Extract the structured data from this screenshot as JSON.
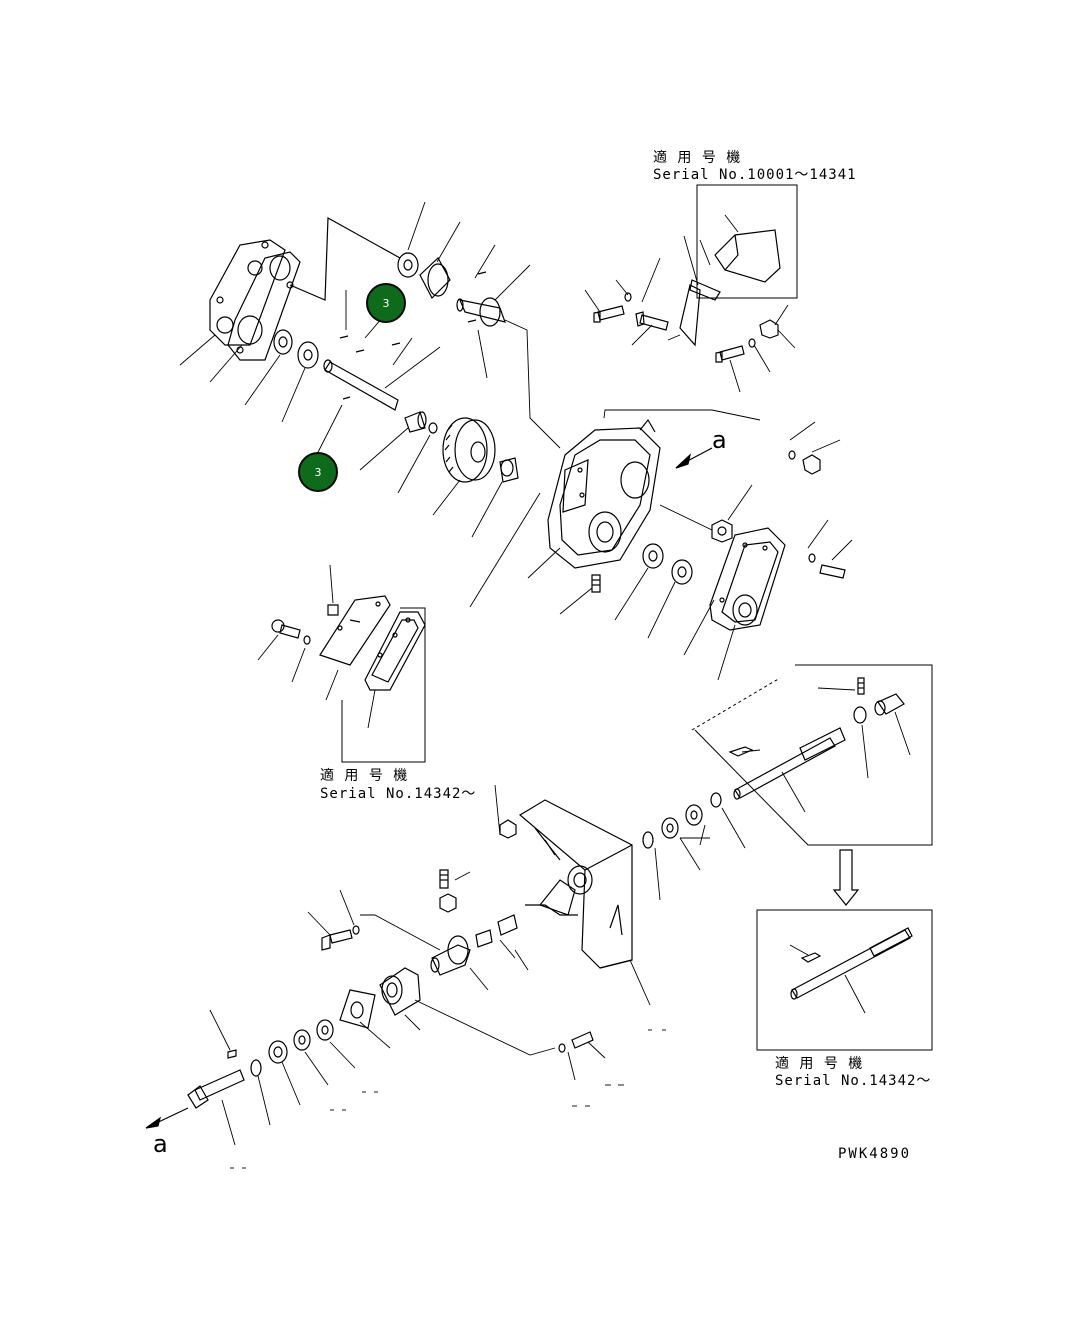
{
  "notes": {
    "top_right": {
      "jp": "適 用 号 機",
      "serial": "Serial No.10001～14341"
    },
    "middle_left": {
      "jp": "適 用 号 機",
      "serial": "Serial No.14342～"
    },
    "bottom_right": {
      "jp": "適 用 号 機",
      "serial": "Serial No.14342～"
    }
  },
  "callouts": [
    {
      "label": "3"
    },
    {
      "label": "3"
    }
  ],
  "view_arrows": {
    "top": "a",
    "bottom": "a"
  },
  "drawing_number": "PWK4890",
  "colors": {
    "callout_fill": "#0f6b1c",
    "line": "#000000"
  }
}
